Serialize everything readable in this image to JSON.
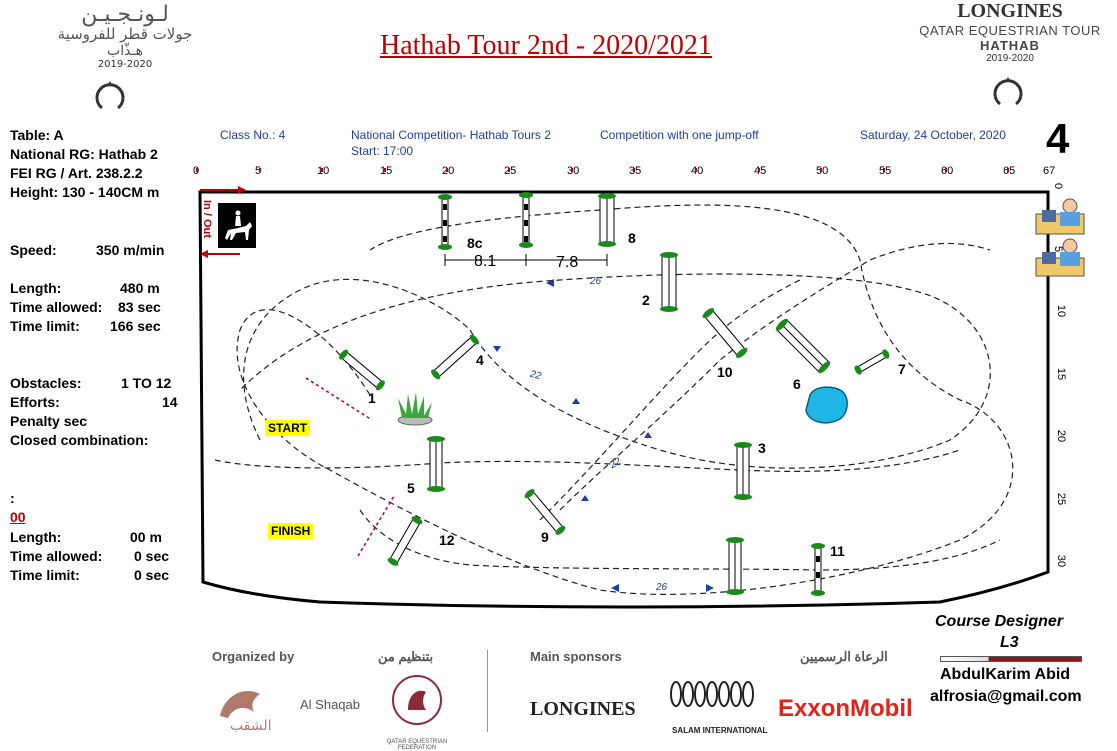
{
  "header": {
    "left_logo": {
      "arabic_line1": "لـونـجـيـن",
      "arabic_line2": "جولات قطر للفروسية",
      "arabic_line3": "هـذّاب",
      "year": "2019-2020"
    },
    "right_logo": {
      "brand": "LONGINES",
      "tour": "QATAR EQUESTRIAN TOUR",
      "name": "HATHAB",
      "year": "2019-2020"
    },
    "title": "Hathab Tour 2nd - 2020/2021",
    "class_no": "Class No.: 4",
    "competition_name": "National Competition- Hathab Tours 2",
    "start": "Start: 17:00",
    "competition_type": "Competition with one jump-off",
    "date": "Saturday, 24 October, 2020",
    "big_number": "4"
  },
  "info": {
    "table": "Table: A",
    "national_rg": "National RG: Hathab 2",
    "fei_rg": "FEI RG / Art. 238.2.2",
    "height": "Height: 130 - 140CM  m",
    "speed_label": "Speed:",
    "speed_value": "350  m/min",
    "length_label": "Length:",
    "length_value": "480   m",
    "time_allowed_label": "Time allowed:",
    "time_allowed_value": "83  sec",
    "time_limit_label": "Time limit:",
    "time_limit_value": "166  sec",
    "obstacles_label": "Obstacles:",
    "obstacles_value": "1 TO 12",
    "efforts_label": "Efforts:",
    "efforts_value": "14",
    "penalty": "Penalty sec",
    "closed": "Closed combination:",
    "colon": ":",
    "jumpoff_code": "00",
    "jo_length_label": "Length:",
    "jo_length_value": "00   m",
    "jo_time_allowed_label": "Time allowed:",
    "jo_time_allowed_value": "0  sec",
    "jo_time_limit_label": "Time limit:",
    "jo_time_limit_value": "0  sec"
  },
  "ruler": {
    "top": [
      "0",
      "5",
      "10",
      "15",
      "20",
      "25",
      "30",
      "35",
      "40",
      "45",
      "50",
      "55",
      "60",
      "65",
      "67"
    ],
    "right": [
      "0",
      "5",
      "10",
      "15",
      "20",
      "25",
      "30"
    ]
  },
  "course": {
    "in_out": "In / Out",
    "start_label": "START",
    "finish_label": "FINISH",
    "dist_8c": "8.1",
    "dist_8": "7.8",
    "strides": [
      "26",
      "22",
      "22",
      "26"
    ],
    "obstacles": [
      "1",
      "2",
      "3",
      "4",
      "5",
      "6",
      "7",
      "8",
      "8c",
      "9",
      "10",
      "11",
      "12"
    ]
  },
  "footer": {
    "organized_by": "Organized by",
    "organized_ar": "بتنظيم من",
    "al_shaqab": "Al Shaqab",
    "al_shaqab_ar": "الشقب",
    "qef": "QATAR EQUESTRIAN FEDERATION",
    "main_sponsors": "Main sponsors",
    "sponsors_ar": "الرعاة الرسميين",
    "longines": "LONGINES",
    "salam": "SALAM INTERNATIONAL",
    "exxon": "ExxonMobil",
    "designer_title": "Course Designer",
    "designer_level": "L3",
    "designer_name": "AbdulKarim Abid",
    "designer_email": "alfrosia@gmail.com"
  },
  "colors": {
    "title_red": "#c00000",
    "blue_text": "#1f3fa8",
    "pole_green": "#1a8a1a",
    "water": "#1fb6e6",
    "exxon_red": "#e2231a"
  }
}
